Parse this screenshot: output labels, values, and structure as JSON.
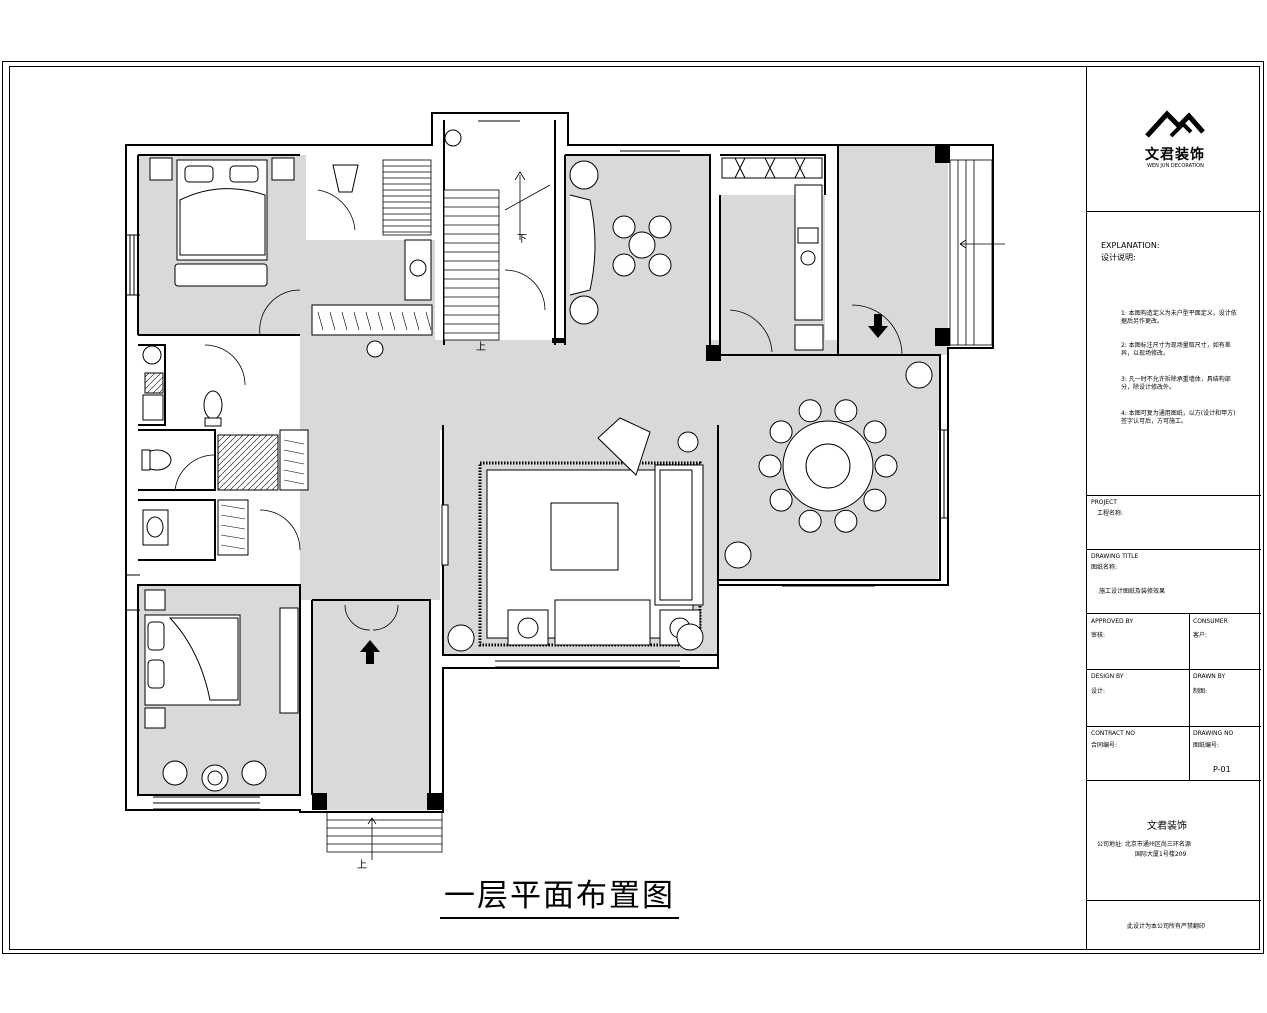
{
  "drawing": {
    "title": "一层平面布置图",
    "stair_up_label": "上",
    "stair_down_label": "下",
    "entrance_up_label": "上"
  },
  "title_block": {
    "brand_name": "文君装饰",
    "brand_sub": "WEN JUN DECORATION",
    "explanation_en": "EXPLANATION:",
    "explanation_cn": "设计说明:",
    "notes": [
      "1: 本图构造定义为未户型平面定义，设计依据后另作更改。",
      "2: 本图标注尺寸为现场量取尺寸，如有差异，以现场修改。",
      "3: 凡一时不允许拆除承重墙体，具结构部分，除设计修改外。",
      "4: 本图可复为通用图纸，以方(设计和甲方)签字认可后，方可施工。"
    ],
    "project_en": "PROJECT",
    "project_cn": "工程名称:",
    "drawing_title_en": "DRAWING TITLE",
    "drawing_title_cn": "图纸名称:",
    "drawing_title_value": "施工设计图纸及装修效果",
    "approved_en": "APPROVED BY",
    "approved_cn": "审核:",
    "consumer_en": "CONSUMER",
    "consumer_cn": "客户:",
    "design_en": "DESIGN BY",
    "design_cn": "设计:",
    "drawn_en": "DRAWN BY",
    "drawn_cn": "制图:",
    "contract_en": "CONTRACT NO",
    "contract_cn": "合同编号:",
    "drawing_no_en": "DRAWING NO",
    "drawing_no_cn": "图纸编号:",
    "drawing_no_value": "P-01",
    "company_name": "文君装饰",
    "company_address_1": "公司地址: 北京市通州区尚三环名源",
    "company_address_2": "国际大厦1号楼209",
    "footer_note": "此设计为本公司所有严禁翻印"
  }
}
